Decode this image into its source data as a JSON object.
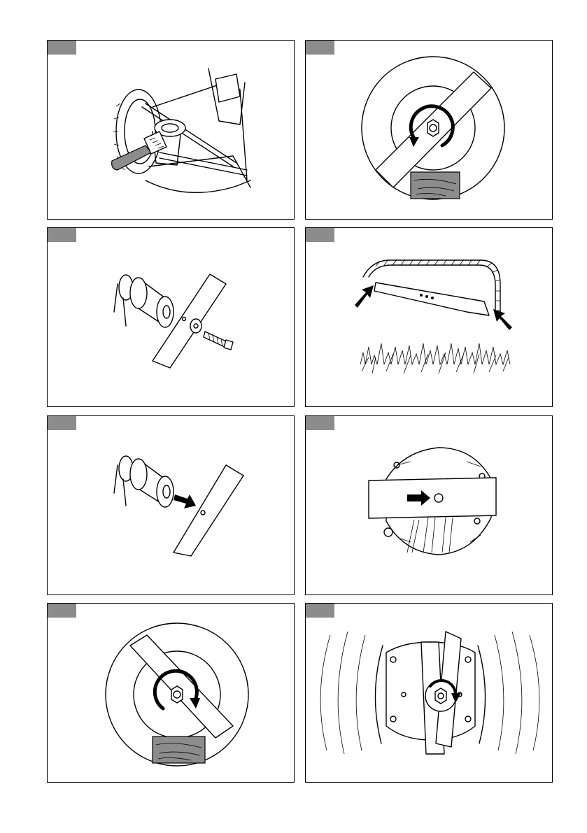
{
  "panels": [
    {
      "id": 1,
      "icon": "lawnmower-underside-brush-icon"
    },
    {
      "id": 2,
      "icon": "blade-loosen-bolt-icon"
    },
    {
      "id": 3,
      "icon": "blade-exploded-bolt-washer-icon"
    },
    {
      "id": 4,
      "icon": "blade-sharp-edges-grass-icon"
    },
    {
      "id": 5,
      "icon": "blade-mount-arrow-icon"
    },
    {
      "id": 6,
      "icon": "blade-center-hole-arrow-icon"
    },
    {
      "id": 7,
      "icon": "blade-tighten-bolt-icon"
    },
    {
      "id": 8,
      "icon": "blade-rotation-check-icon"
    }
  ],
  "colors": {
    "tag": "#8c8c8c",
    "line": "#000000",
    "wood": "#8c8c8c"
  }
}
